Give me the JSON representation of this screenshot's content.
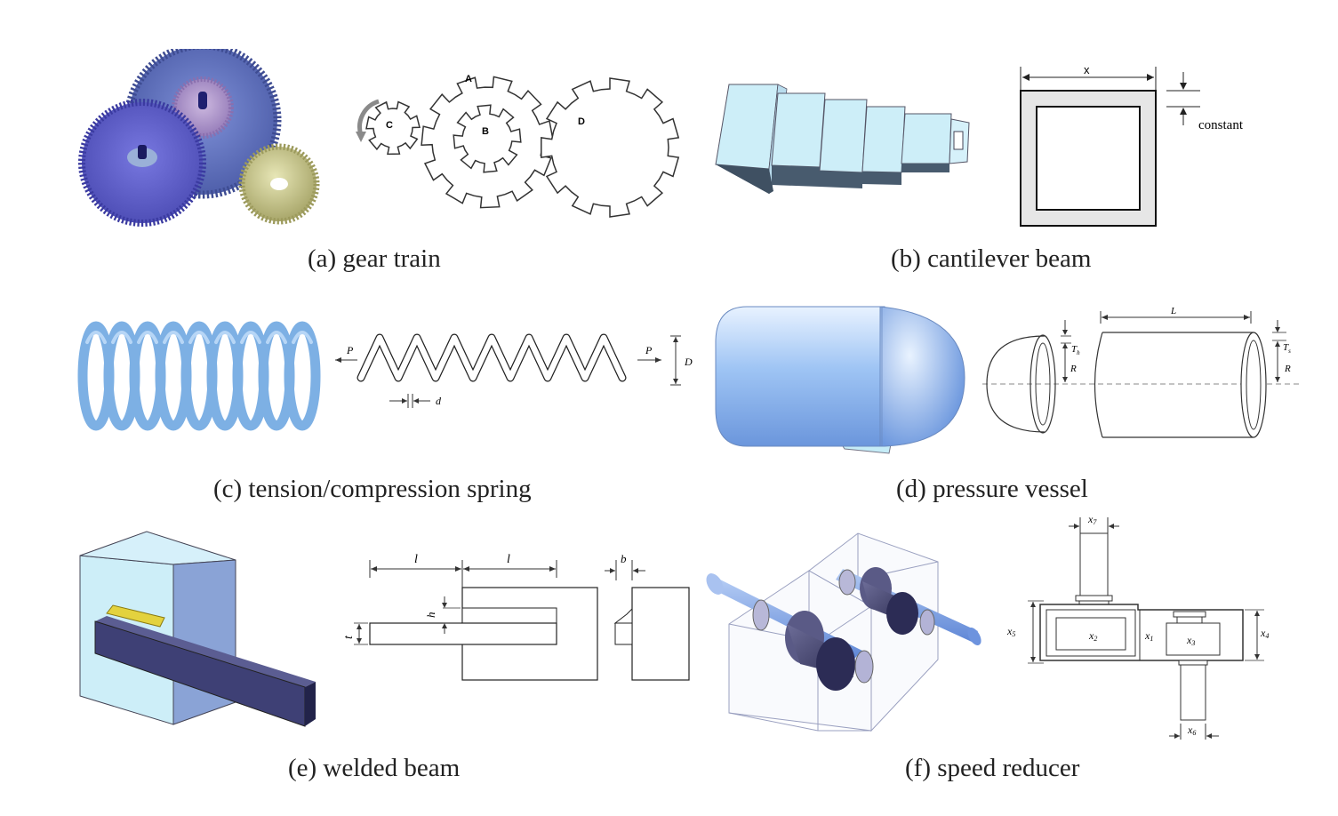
{
  "captions": {
    "a": "(a) gear train",
    "b": "(b) cantilever beam",
    "c": "(c) tension/compression spring",
    "d": "(d) pressure vessel",
    "e": "(e) welded beam",
    "f": "(f) speed reducer"
  },
  "gear_train": {
    "labels": {
      "a": "A",
      "b": "B",
      "c": "C",
      "d": "D"
    }
  },
  "cantilever": {
    "width_label": "x",
    "thickness_label": "constant"
  },
  "spring": {
    "force_left": "P",
    "force_right": "P",
    "diameter": "D",
    "wire": "d"
  },
  "vessel": {
    "length": "L",
    "head_thickness": "T",
    "head_sub": "h",
    "shell_thickness": "T",
    "shell_sub": "s",
    "radius_head": "R",
    "radius_shell": "R"
  },
  "welded": {
    "l1": "l",
    "l2": "l",
    "b": "b",
    "h": "h",
    "t": "t"
  },
  "reducer": {
    "x1": "x",
    "x2": "x",
    "x3": "x",
    "x4": "x",
    "x5": "x",
    "x6": "x",
    "x7": "x",
    "subs": [
      "1",
      "2",
      "3",
      "4",
      "5",
      "6",
      "7"
    ]
  },
  "colors": {
    "gear_big": "#5a6fc0",
    "gear_mid": "#6a6ad8",
    "gear_small_pink": "#b39ad0",
    "gear_olive": "#c8c690",
    "beam_face": "#cfeef7",
    "beam_side": "#4e6274",
    "spring": "#7aaee0",
    "vessel": "#8fbbf2",
    "block": "#c7ecf7",
    "block_side": "#8aa5d0",
    "weld": "#e0d040",
    "bar": "#3d3f72",
    "roller": "#3f3f66",
    "shaft": "#7fa4e8"
  }
}
